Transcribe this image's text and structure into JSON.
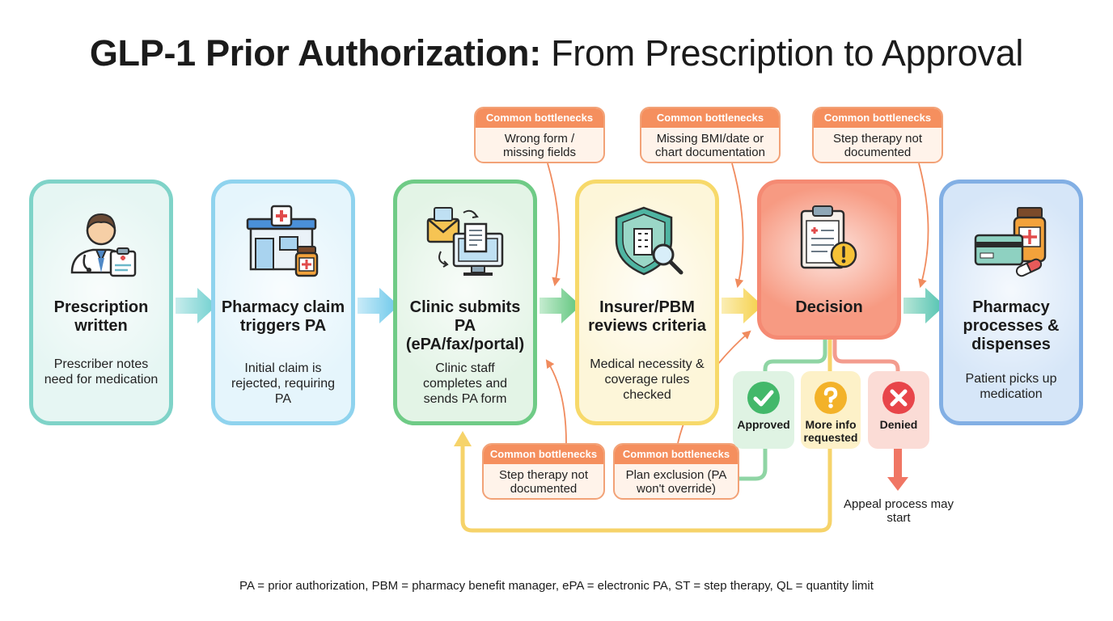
{
  "title": {
    "bold": "GLP-1 Prior Authorization:",
    "light": "From Prescription to Approval"
  },
  "steps": [
    {
      "title": "Prescription written",
      "desc": "Prescriber notes need for medication",
      "icon": "doctor-icon"
    },
    {
      "title": "Pharmacy claim triggers PA",
      "desc": "Initial claim is rejected, requiring PA",
      "icon": "pharmacy-building-icon"
    },
    {
      "title": "Clinic submits PA (ePA/fax/portal)",
      "desc": "Clinic staff completes and sends PA form",
      "icon": "email-computer-icon"
    },
    {
      "title": "Insurer/PBM reviews criteria",
      "desc": "Medical necessity & coverage rules checked",
      "icon": "shield-search-icon"
    },
    {
      "title": "Decision",
      "desc": "",
      "icon": "clipboard-alert-icon"
    },
    {
      "title": "Pharmacy processes & dispenses",
      "desc": "Patient picks up medication",
      "icon": "card-pill-bottle-icon"
    }
  ],
  "bottlenecks": {
    "top": [
      {
        "header": "Common bottlenecks",
        "text": "Wrong form / missing fields"
      },
      {
        "header": "Common bottlenecks",
        "text": "Missing BMI/date or chart documentation"
      },
      {
        "header": "Common bottlenecks",
        "text": "Step therapy not documented"
      }
    ],
    "bottom": [
      {
        "header": "Common bottlenecks",
        "text": "Step therapy not documented"
      },
      {
        "header": "Common bottlenecks",
        "text": "Plan exclusion (PA won't override)"
      }
    ]
  },
  "outcomes": [
    {
      "label": "Approved",
      "icon": "check-icon"
    },
    {
      "label": "More info requested",
      "icon": "question-icon"
    },
    {
      "label": "Denied",
      "icon": "x-icon"
    }
  ],
  "appeal_note": "Appeal process may start",
  "footnote": "PA = prior authorization, PBM = pharmacy benefit manager, ePA = electronic PA, ST = step therapy, QL = quantity limit",
  "colors": {
    "step_teal": "#7fd3c8",
    "step_blue": "#8fd3ee",
    "step_green": "#6fcb86",
    "step_yellow": "#f7d96a",
    "step_red": "#f58a73",
    "step_sky": "#82afe4",
    "bottleneck_orange": "#f58f5e",
    "approved_green": "#43b86a",
    "info_amber": "#f3b229",
    "denied_red": "#e8454a"
  }
}
